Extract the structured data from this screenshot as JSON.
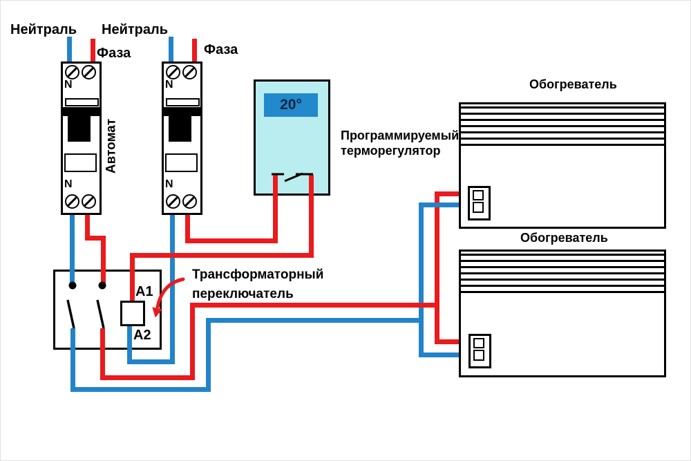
{
  "diagram": {
    "colors": {
      "phase_wire": "#ea1a1d",
      "neutral_wire": "#2383c9",
      "thermostat_body": "#b9edf0",
      "thermostat_display": "#2189cc"
    },
    "breaker1": {
      "neutral_label": "Нейтраль",
      "phase_label": "Фаза",
      "name_label": "Автомат",
      "n_top": "N",
      "n_bottom": "N"
    },
    "breaker2": {
      "neutral_label": "Нейтраль",
      "phase_label": "Фаза",
      "n_top": "N",
      "n_bottom": "N"
    },
    "thermostat": {
      "display_value": "20°",
      "label_line1": "Программируемый",
      "label_line2": "терморегулятор"
    },
    "contactor": {
      "coil_terminal_top": "A1",
      "coil_terminal_bottom": "A2",
      "label_line1": "Трансформаторный",
      "label_line2": "переключатель"
    },
    "heater1": {
      "label": "Обогреватель"
    },
    "heater2": {
      "label": "Обогреватель"
    }
  }
}
